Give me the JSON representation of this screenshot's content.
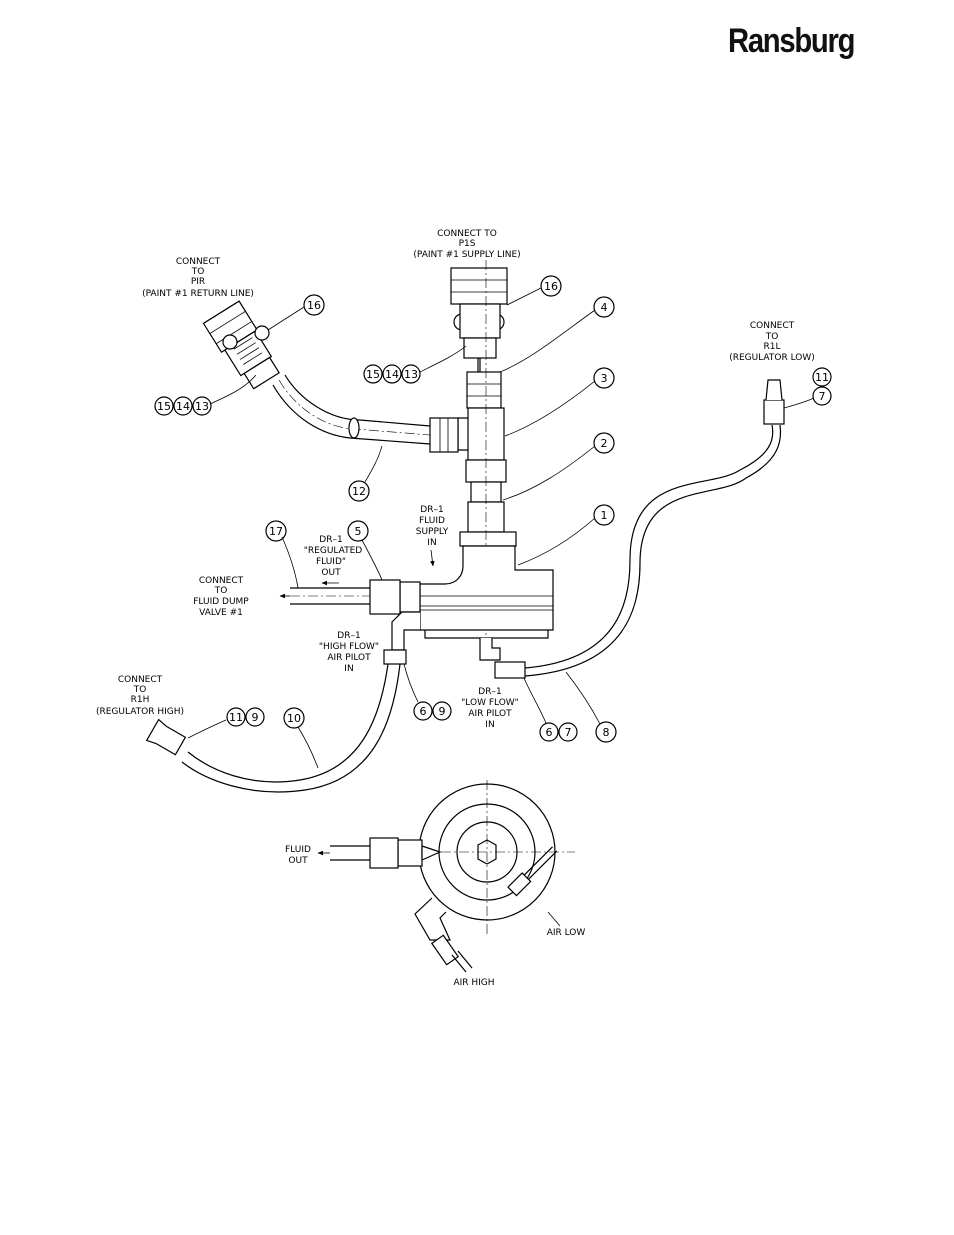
{
  "header": {
    "brand": "Ransburg"
  },
  "labels": {
    "connect_pir": [
      "CONNECT",
      "TO",
      "PIR",
      "(PAINT #1 RETURN LINE)"
    ],
    "connect_p1s": [
      "CONNECT TO",
      "P1S",
      "(PAINT #1 SUPPLY LINE)"
    ],
    "connect_r1l": [
      "CONNECT",
      "TO",
      "R1L",
      "(REGULATOR LOW)"
    ],
    "connect_dump": [
      "CONNECT",
      "TO",
      "FLUID DUMP",
      "VALVE #1"
    ],
    "connect_r1h": [
      "CONNECT",
      "TO",
      "R1H",
      "(REGULATOR HIGH)"
    ],
    "fluid_supply_in": [
      "DR–1",
      "FLUID",
      "SUPPLY",
      "IN"
    ],
    "regulated_fluid_out": [
      "DR–1",
      "\"REGULATED",
      "FLUID\"",
      "OUT"
    ],
    "high_flow_air_pilot": [
      "DR–1",
      "\"HIGH FLOW\"",
      "AIR PILOT",
      "IN"
    ],
    "low_flow_air_pilot": [
      "DR–1",
      "\"LOW FLOW\"",
      "AIR PILOT",
      "IN"
    ],
    "fluid_out": [
      "FLUID",
      "OUT"
    ],
    "air_low": "AIR LOW",
    "air_high": "AIR HIGH"
  },
  "callouts": {
    "c1": "1",
    "c2": "2",
    "c3": "3",
    "c4": "4",
    "c5": "5",
    "c7": "7",
    "c8": "8",
    "c10": "10",
    "c11": "11",
    "c12": "12",
    "c16a": "16",
    "c16b": "16",
    "c17": "17",
    "g_15_14_13_left": [
      "15",
      "14",
      "13"
    ],
    "g_15_14_13_right": [
      "15",
      "14",
      "13"
    ],
    "g_11_9": [
      "11",
      "9"
    ],
    "g_6_9": [
      "6",
      "9"
    ],
    "g_6_7": [
      "6",
      "7"
    ]
  }
}
